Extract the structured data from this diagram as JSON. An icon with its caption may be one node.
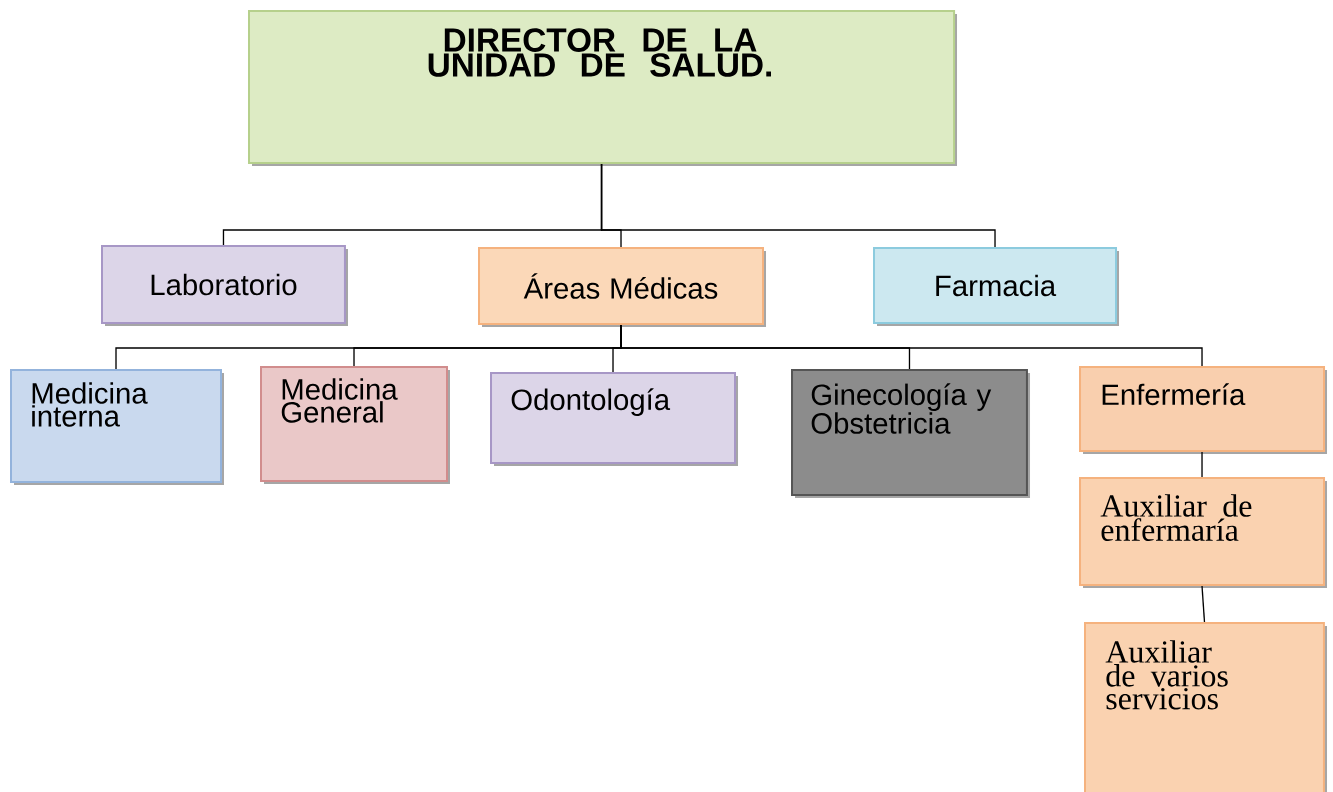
{
  "diagram": {
    "nodes": [
      {
        "text": [
          "DIRECTOR DE LA UNIDAD DE SALUD."
        ]
      },
      {
        "text": [
          "Laboratorio"
        ]
      },
      {
        "text": [
          "Áreas Médicas"
        ]
      },
      {
        "text": [
          "Farmacia"
        ]
      },
      {
        "text": [
          "Medicina interna"
        ]
      },
      {
        "text": [
          "Medicina General"
        ]
      },
      {
        "text": [
          "Odontología"
        ]
      },
      {
        "text": [
          "Ginecología y Obstetricia"
        ]
      },
      {
        "text": [
          "Enfermería"
        ]
      },
      {
        "text": [
          "Auxiliar de enfermaría"
        ]
      },
      {
        "text": [
          "Auxiliar de varios servicios"
        ]
      }
    ],
    "edges": [
      {
        "from": 0,
        "to": 1,
        "arrow": "none"
      },
      {
        "from": 0,
        "to": 2,
        "arrow": "none"
      },
      {
        "from": 0,
        "to": 3,
        "arrow": "none"
      },
      {
        "from": 2,
        "to": 4,
        "arrow": "none"
      },
      {
        "from": 2,
        "to": 5,
        "arrow": "none"
      },
      {
        "from": 2,
        "to": 6,
        "arrow": "none"
      },
      {
        "from": 2,
        "to": 7,
        "arrow": "none"
      },
      {
        "from": 2,
        "to": 8,
        "arrow": "none"
      },
      {
        "from": 8,
        "to": 9,
        "arrow": "none"
      },
      {
        "from": 9,
        "to": 10,
        "arrow": "none"
      }
    ]
  }
}
